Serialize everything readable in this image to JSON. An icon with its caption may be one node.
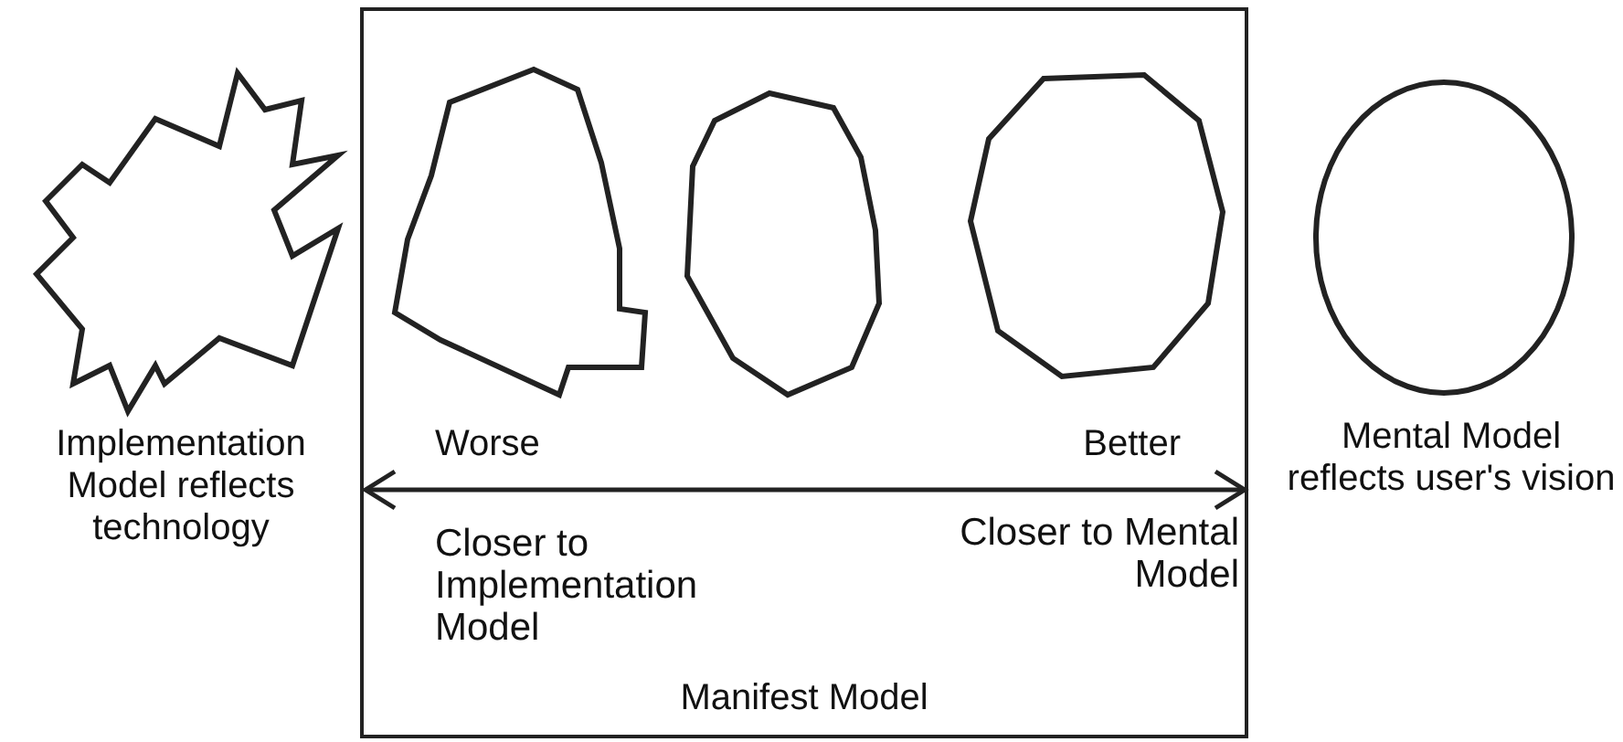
{
  "diagram": {
    "nodes": [
      {
        "text": [
          "Implementation Model reflects technology"
        ]
      },
      {
        "text": [
          "Manifest Model"
        ]
      },
      {
        "text": [],
        "shape": "polygon",
        "in": 1
      },
      {
        "text": [],
        "shape": "polygon",
        "in": 1
      },
      {
        "text": [],
        "shape": "polygon",
        "in": 1
      },
      {
        "text": [
          "Mental Model reflects user's vision"
        ]
      }
    ],
    "labels": [
      "Worse",
      "Better",
      "Closer to Implementation Model",
      "Closer to Mental Model"
    ]
  }
}
